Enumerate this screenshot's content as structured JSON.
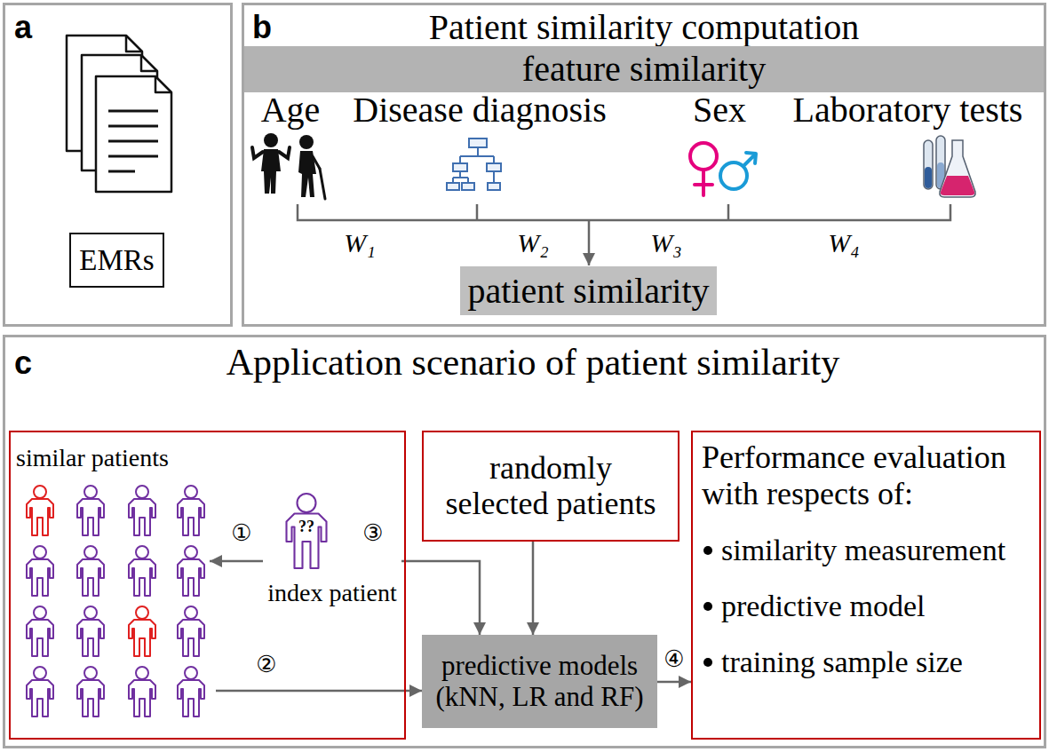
{
  "diagram": {
    "nodes": [
      {
        "text": [
          "a"
        ]
      },
      {
        "text": [
          "EMRs"
        ],
        "in": 0
      },
      {
        "text": [
          "b",
          "Patient similarity computation"
        ]
      },
      {
        "text": [
          "feature similarity"
        ],
        "in": 2
      },
      {
        "text": [
          "patient similarity"
        ],
        "in": 2
      },
      {
        "text": [
          "c",
          "Application scenario of patient similarity"
        ]
      },
      {
        "text": [
          "similar patients"
        ],
        "in": 5
      },
      {
        "text": [
          "??",
          "index patient"
        ],
        "in": 6
      },
      {
        "text": [
          "randomly selected patients"
        ],
        "in": 5
      },
      {
        "text": [
          "predictive models (kNN, LR and RF)"
        ],
        "in": 5
      },
      {
        "text": [
          "Performance evaluation with respects of:",
          "similarity measurement",
          "predictive model",
          "training sample size"
        ],
        "in": 5
      }
    ],
    "edges": [
      {
        "from": 6,
        "to": 9,
        "arrow": "to",
        "label": "②"
      },
      {
        "from": 7,
        "to": 9,
        "arrow": "to",
        "label": "③"
      },
      {
        "from": 8,
        "to": 9,
        "arrow": "to"
      },
      {
        "from": 9,
        "to": 10,
        "arrow": "to",
        "label": "④"
      }
    ],
    "labels": [
      "Age",
      "Disease diagnosis",
      "Sex",
      "Laboratory tests",
      "W₁",
      "W₂",
      "W₃",
      "W₄",
      "①"
    ]
  }
}
